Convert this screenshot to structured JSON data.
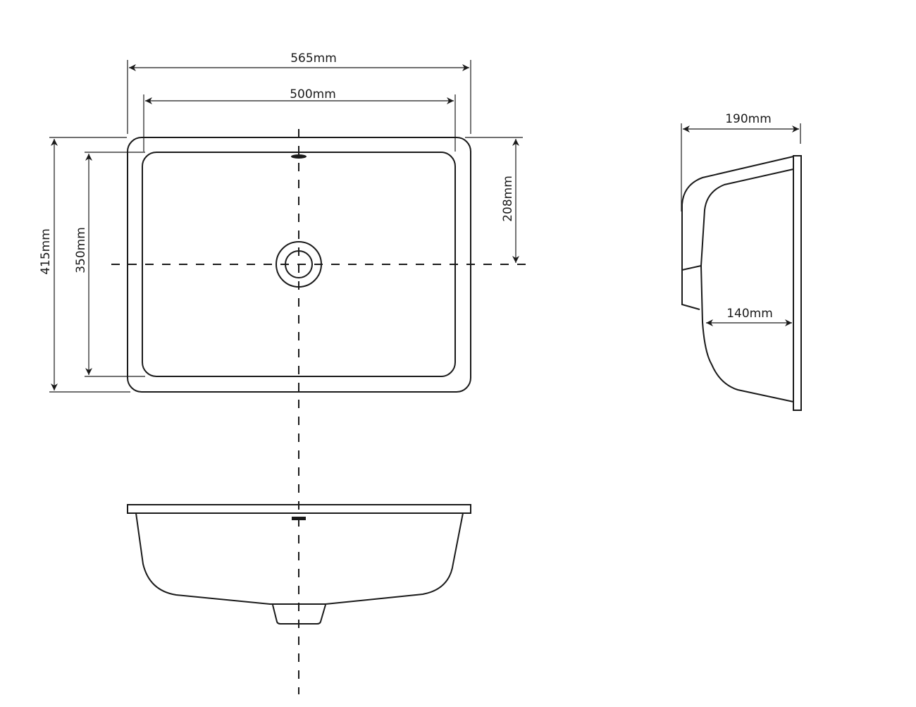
{
  "drawing": {
    "top_view": {
      "width_outer": "565mm",
      "width_inner": "500mm",
      "depth_outer": "415mm",
      "depth_inner": "350mm",
      "drain_offset": "208mm"
    },
    "side_view": {
      "height_overall": "190mm",
      "bowl_depth": "140mm"
    }
  },
  "colors": {
    "line": "#1a1a1a",
    "background": "#ffffff"
  }
}
